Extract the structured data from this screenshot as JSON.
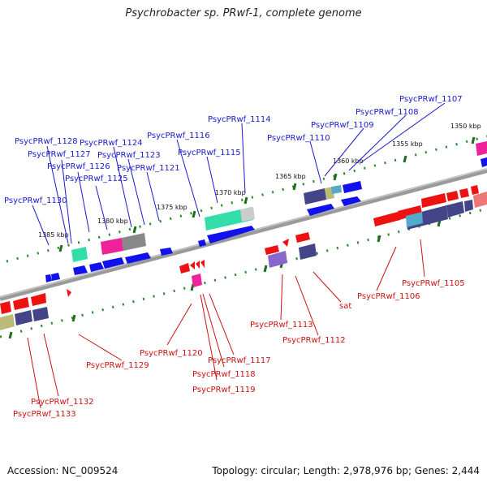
{
  "title": "Psychrobacter sp. PRwf-1, complete genome",
  "footer": {
    "accession": "Accession: NC_009524",
    "stats": "Topology: circular; Length: 2,978,976 bp; Genes: 2,444"
  },
  "ticks": [
    "1350 kbp",
    "1355 kbp",
    "1360 kbp",
    "1365 kbp",
    "1370 kbp",
    "1375 kbp",
    "1380 kbp",
    "1385 kbp"
  ],
  "labels_blue": [
    "PsycPRwf_1107",
    "PsycPRwf_1108",
    "PsycPRwf_1109",
    "PsycPRwf_1110",
    "PsycPRwf_1114",
    "PsycPRwf_1115",
    "PsycPRwf_1116",
    "PsycPRwf_1121",
    "PsycPRwf_1123",
    "PsycPRwf_1124",
    "PsycPRwf_1125",
    "PsycPRwf_1126",
    "PsycPRwf_1127",
    "PsycPRwf_1128",
    "PsycPRwf_1130"
  ],
  "labels_red": [
    "PsycPRwf_1105",
    "PsycPRwf_1106",
    "sat",
    "PsycPRwf_1112",
    "PsycPRwf_1113",
    "PsycPRwf_1117",
    "PsycPRwf_1118",
    "PsycPRwf_1119",
    "PsycPRwf_1120",
    "PsycPRwf_1129",
    "PsycPRwf_1132",
    "PsycPRwf_1133"
  ],
  "colors": {
    "forward": "#1111ee",
    "reverse": "#ee1111",
    "backbone": "#888888",
    "tick_minor": "#2a8a2a",
    "pink": "#ee2299",
    "teal": "#33ddaa",
    "slate": "#444488",
    "olive": "#bbbb77",
    "gray": "#888888"
  }
}
